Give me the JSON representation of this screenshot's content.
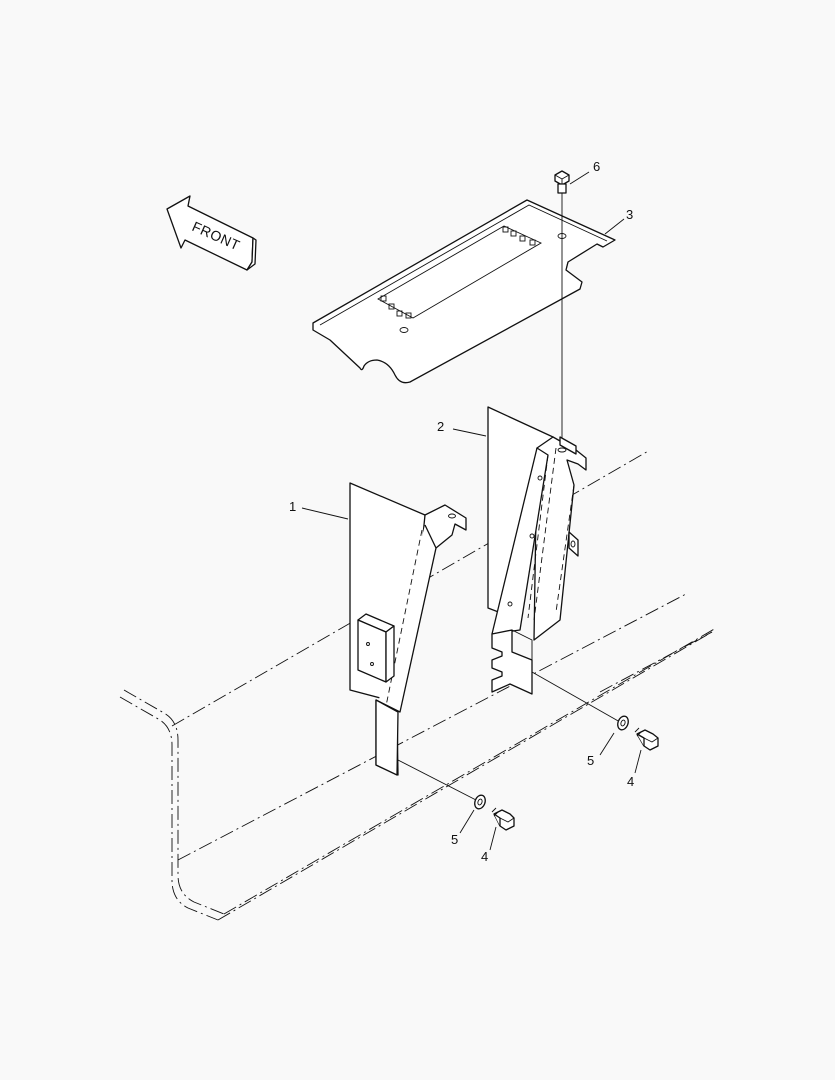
{
  "direction_arrow": {
    "label": "FRONT"
  },
  "callouts": {
    "c1": "1",
    "c2": "2",
    "c3": "3",
    "c4a": "4",
    "c4b": "4",
    "c5a": "5",
    "c5b": "5",
    "c6": "6"
  }
}
